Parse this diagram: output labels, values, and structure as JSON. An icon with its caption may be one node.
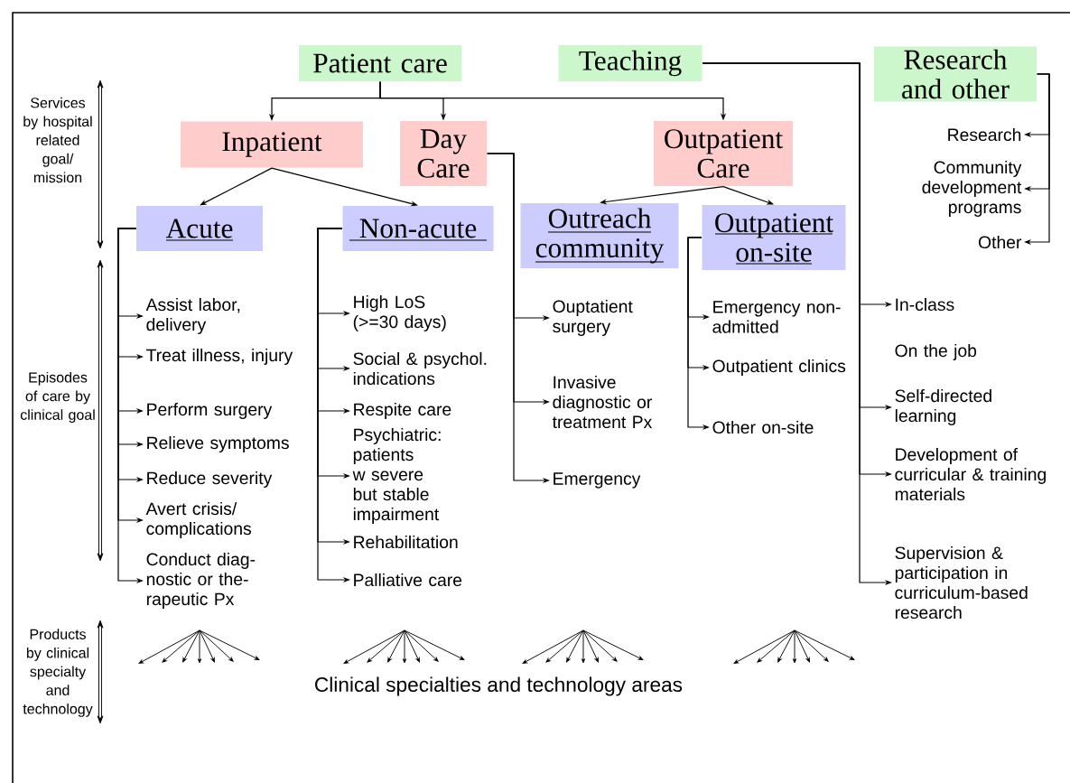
{
  "diagram": {
    "nodes": [
      {
        "text": [
          "Patient care"
        ]
      },
      {
        "text": [
          "Teaching"
        ]
      },
      {
        "text": [
          "Research and other"
        ]
      },
      {
        "text": [
          "Inpatient"
        ]
      },
      {
        "text": [
          "Day Care"
        ]
      },
      {
        "text": [
          "Outpatient Care"
        ]
      },
      {
        "text": [
          "Acute"
        ]
      },
      {
        "text": [
          "Non-acute"
        ]
      },
      {
        "text": [
          "Outreach community"
        ]
      },
      {
        "text": [
          "Outpatient on-site"
        ]
      },
      {
        "text": [
          "Research"
        ]
      },
      {
        "text": [
          "Community development programs"
        ]
      },
      {
        "text": [
          "Other"
        ]
      },
      {
        "text": [
          "Assist labor, delivery"
        ]
      },
      {
        "text": [
          "Treat illness, injury"
        ]
      },
      {
        "text": [
          "Perform surgery"
        ]
      },
      {
        "text": [
          "Relieve symptoms"
        ]
      },
      {
        "text": [
          "Reduce severity"
        ]
      },
      {
        "text": [
          "Avert crisis/ complications"
        ]
      },
      {
        "text": [
          "Conduct diag- nostic or the- rapeutic Px"
        ]
      },
      {
        "text": [
          "High LoS (>=30 days)"
        ]
      },
      {
        "text": [
          "Social & psychol. indications"
        ]
      },
      {
        "text": [
          "Respite care"
        ]
      },
      {
        "text": [
          "Psychiatric: patients w severe but stable impairment"
        ]
      },
      {
        "text": [
          "Rehabilitation"
        ]
      },
      {
        "text": [
          "Palliative care"
        ]
      },
      {
        "text": [
          "Ouptatient surgery"
        ]
      },
      {
        "text": [
          "Invasive diagnostic or treatment Px"
        ]
      },
      {
        "text": [
          "Emergency"
        ]
      },
      {
        "text": [
          "Emergency non-admitted"
        ]
      },
      {
        "text": [
          "Outpatient clinics"
        ]
      },
      {
        "text": [
          "Other on-site"
        ]
      },
      {
        "text": [
          "In-class"
        ]
      },
      {
        "text": [
          "On the job"
        ]
      },
      {
        "text": [
          "Self-directed learning"
        ]
      },
      {
        "text": [
          "Development of curricular & training materials"
        ]
      },
      {
        "text": [
          "Supervision & participation in curriculum-based research"
        ]
      }
    ],
    "edges": [
      {
        "from": 0,
        "to": 3,
        "arrow": "to"
      },
      {
        "from": 0,
        "to": 4,
        "arrow": "to"
      },
      {
        "from": 0,
        "to": 5,
        "arrow": "to"
      },
      {
        "from": 3,
        "to": 6,
        "arrow": "to"
      },
      {
        "from": 3,
        "to": 7,
        "arrow": "to"
      },
      {
        "from": 5,
        "to": 8,
        "arrow": "to"
      },
      {
        "from": 5,
        "to": 9,
        "arrow": "to"
      },
      {
        "from": 2,
        "to": 10,
        "arrow": "to"
      },
      {
        "from": 2,
        "to": 11,
        "arrow": "to"
      },
      {
        "from": 2,
        "to": 12,
        "arrow": "to"
      },
      {
        "from": 6,
        "to": 13,
        "arrow": "to"
      },
      {
        "from": 6,
        "to": 14,
        "arrow": "to"
      },
      {
        "from": 6,
        "to": 15,
        "arrow": "to"
      },
      {
        "from": 6,
        "to": 16,
        "arrow": "to"
      },
      {
        "from": 6,
        "to": 17,
        "arrow": "to"
      },
      {
        "from": 6,
        "to": 18,
        "arrow": "to"
      },
      {
        "from": 6,
        "to": 19,
        "arrow": "to"
      },
      {
        "from": 7,
        "to": 20,
        "arrow": "to"
      },
      {
        "from": 7,
        "to": 21,
        "arrow": "to"
      },
      {
        "from": 7,
        "to": 22,
        "arrow": "to"
      },
      {
        "from": 7,
        "to": 23,
        "arrow": "to"
      },
      {
        "from": 7,
        "to": 24,
        "arrow": "to"
      },
      {
        "from": 7,
        "to": 25,
        "arrow": "to"
      },
      {
        "from": 4,
        "to": 26,
        "arrow": "to"
      },
      {
        "from": 4,
        "to": 27,
        "arrow": "to"
      },
      {
        "from": 4,
        "to": 28,
        "arrow": "to"
      },
      {
        "from": 9,
        "to": 29,
        "arrow": "to"
      },
      {
        "from": 9,
        "to": 30,
        "arrow": "to"
      },
      {
        "from": 9,
        "to": 31,
        "arrow": "to"
      },
      {
        "from": 1,
        "to": 32,
        "arrow": "to"
      },
      {
        "from": 1,
        "to": 34,
        "arrow": "to"
      },
      {
        "from": 1,
        "to": 35,
        "arrow": "to"
      },
      {
        "from": 1,
        "to": 36,
        "arrow": "to"
      }
    ],
    "labels": [
      "Services by hospital related goal/ mission",
      "Episodes of care by clinical goal",
      "Products by clinical specialty and technology",
      "Clinical specialties and technology areas"
    ]
  }
}
